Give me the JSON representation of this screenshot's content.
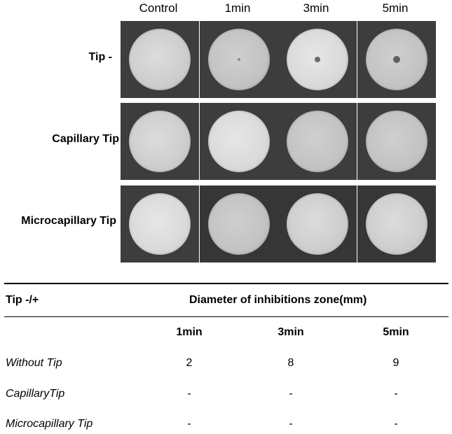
{
  "grid": {
    "columns": [
      "Control",
      "1min",
      "3min",
      "5min"
    ],
    "rows": [
      "Tip -",
      "Capillary Tip",
      "Microcapillary Tip"
    ]
  },
  "table": {
    "header_left": "Tip -/+",
    "header_right": "Diameter of inhibitions zone(mm)",
    "sub_headers": [
      "1min",
      "3min",
      "5min"
    ],
    "rows": [
      {
        "label": "Without Tip",
        "values": [
          "2",
          "8",
          "9"
        ]
      },
      {
        "label": "CapillaryTip",
        "values": [
          "-",
          "-",
          "-"
        ]
      },
      {
        "label": "Microcapillary Tip",
        "values": [
          "-",
          "-",
          "-"
        ]
      }
    ]
  }
}
